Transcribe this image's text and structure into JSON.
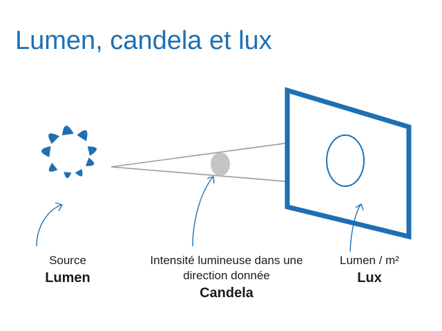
{
  "title": "Lumen,  candela et lux",
  "colors": {
    "accent": "#1f6fb2",
    "ray": "#9a9a9a",
    "spot": "#c4c4c4",
    "text": "#1a1a1a"
  },
  "labels": {
    "source": {
      "caption": "Source",
      "unit": "Lumen"
    },
    "intensity": {
      "caption_line1": "Intensité lumineuse dans une",
      "caption_line2": "direction donnée",
      "unit": "Candela"
    },
    "illuminance": {
      "caption": "Lumen / m²",
      "unit": "Lux"
    }
  }
}
